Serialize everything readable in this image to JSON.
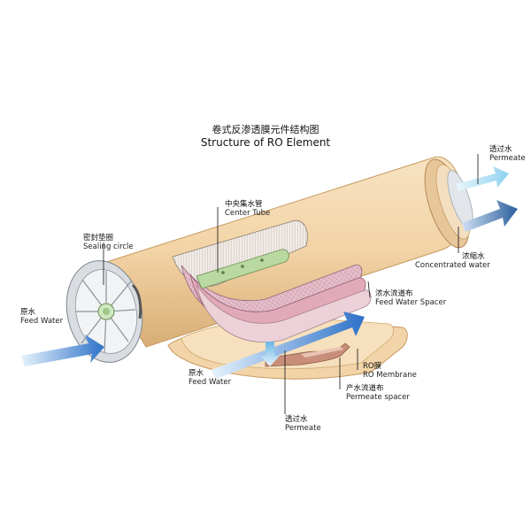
{
  "title": {
    "cn": "卷式反渗透膜元件结构图",
    "en": "Structure of RO Element"
  },
  "labels": {
    "permeate_top": {
      "cn": "透过水",
      "en": "Permeate"
    },
    "concentrated": {
      "cn": "浓缩水",
      "en": "Concentrated water"
    },
    "center_tube": {
      "cn": "中央集水管",
      "en": "Center Tube"
    },
    "sealing_circle": {
      "cn": "密封垫圈",
      "en": "Sealing circle"
    },
    "feed_left": {
      "cn": "原水",
      "en": "Feed Water"
    },
    "feed_spacer": {
      "cn": "浓水流道布",
      "en": "Feed Water Spacer"
    },
    "ro_membrane": {
      "cn": "RO膜",
      "en": "RO Membrane"
    },
    "feed_bottom": {
      "cn": "原水",
      "en": "Feed Water"
    },
    "permeate_spacer": {
      "cn": "产水流道布",
      "en": "Permeate spacer"
    },
    "permeate_bottom": {
      "cn": "透过水",
      "en": "Permeate"
    }
  },
  "colors": {
    "shell": "#f2d7ac",
    "shell_dark": "#d9b07a",
    "feed_arrow": "#2f74c9",
    "concentrate_arrow": "#2d5fa0",
    "permeate_arrow": "#8fd3f0",
    "membrane_pink": "#e3b7c4",
    "spacer_mesh": "#c9a0b0",
    "tube_green": "#b9d9a0"
  }
}
